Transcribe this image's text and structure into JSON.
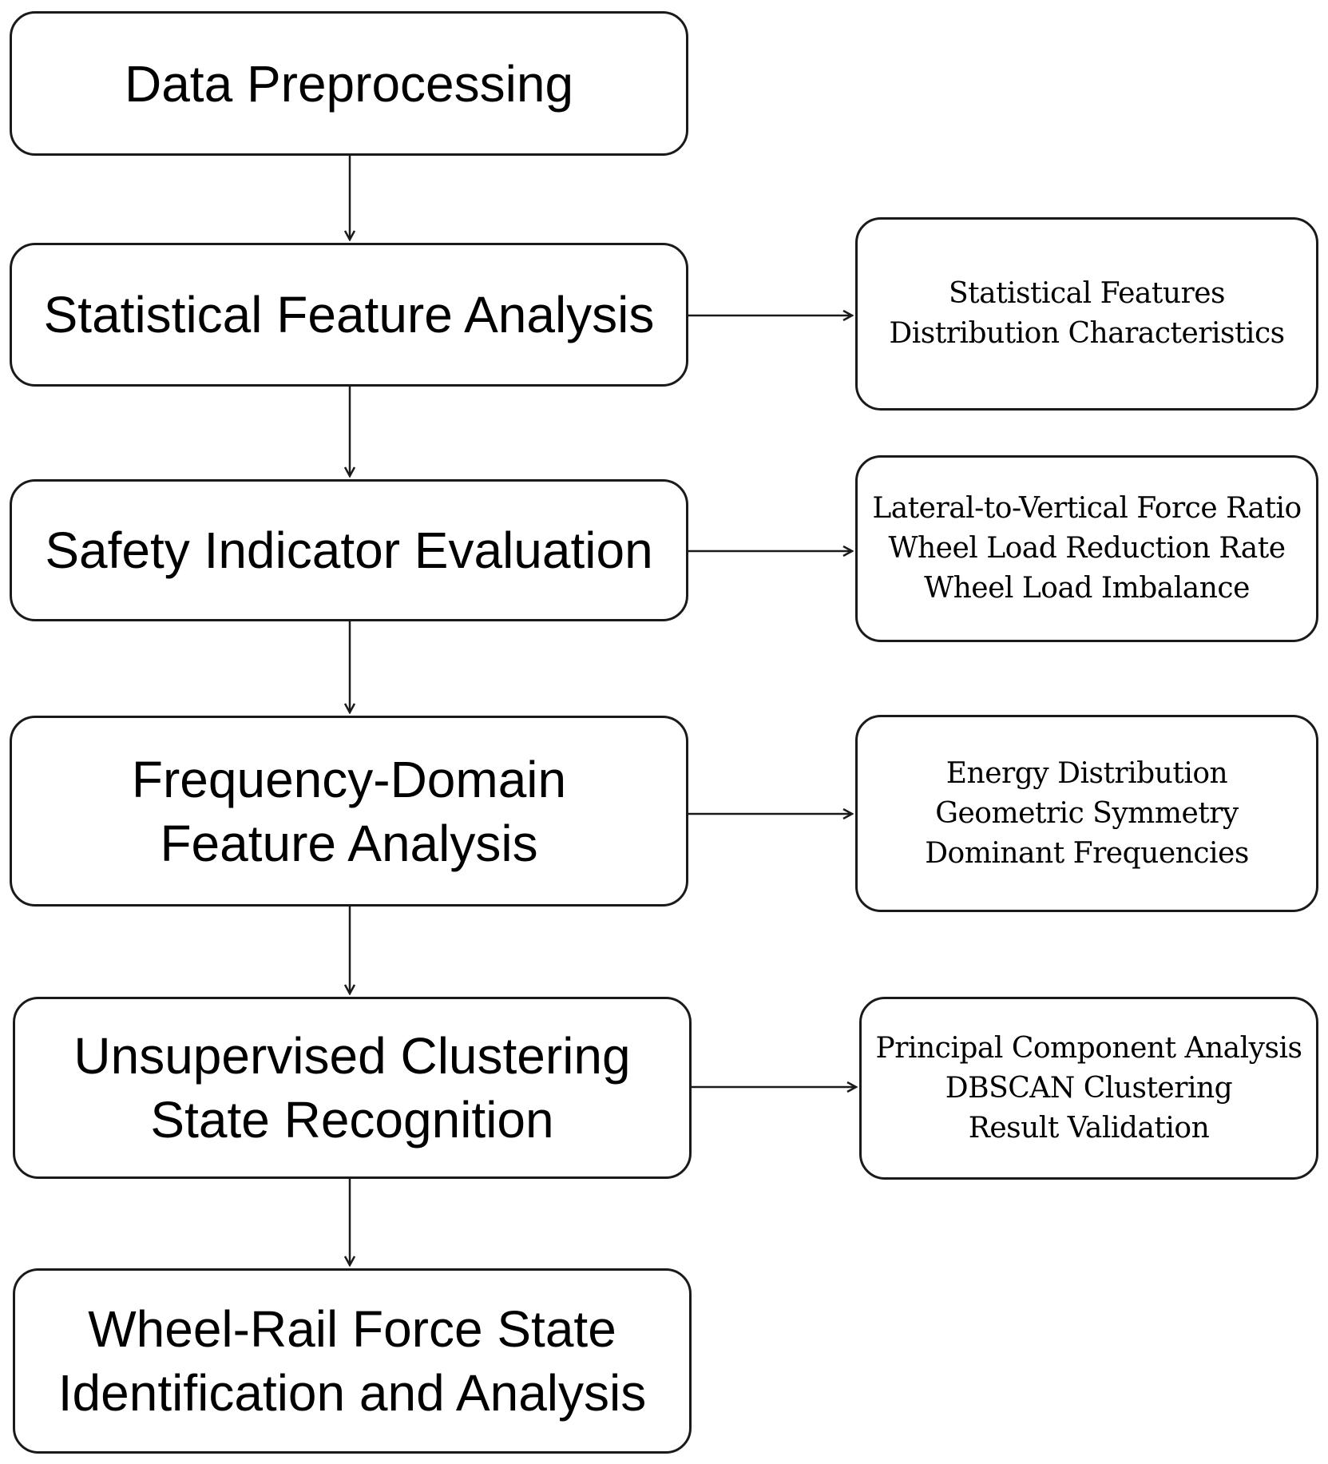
{
  "steps": [
    {
      "lines": [
        "Data Preprocessing"
      ]
    },
    {
      "lines": [
        "Statistical Feature Analysis"
      ]
    },
    {
      "lines": [
        "Safety Indicator Evaluation"
      ]
    },
    {
      "lines": [
        "Frequency-Domain",
        "Feature Analysis"
      ]
    },
    {
      "lines": [
        "Unsupervised Clustering",
        "State Recognition"
      ]
    },
    {
      "lines": [
        "Wheel-Rail Force State",
        "Identification and Analysis"
      ]
    }
  ],
  "details": [
    {
      "lines": [
        "Statistical Features",
        "Distribution Characteristics"
      ]
    },
    {
      "lines": [
        "Lateral-to-Vertical Force Ratio",
        "Wheel Load Reduction Rate",
        "Wheel Load Imbalance"
      ]
    },
    {
      "lines": [
        "Energy Distribution",
        "Geometric Symmetry",
        "Dominant Frequencies"
      ]
    },
    {
      "lines": [
        "Principal Component Analysis",
        "DBSCAN Clustering",
        "Result Validation"
      ]
    }
  ],
  "colors": {
    "stroke": "#1a1a1a",
    "background": "#ffffff",
    "text": "#000000"
  }
}
